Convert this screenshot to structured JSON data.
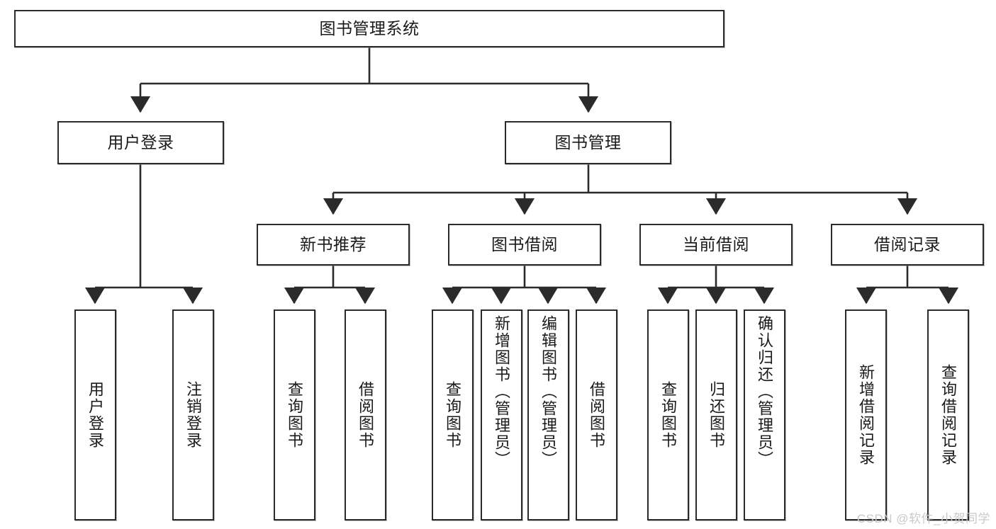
{
  "diagram": {
    "title": "图书管理系统",
    "watermark": "CSDN @软件_小贺同学",
    "line_color": "#2b2b2b",
    "box_fill": "#ffffff",
    "text_color": "#1a1a1a",
    "levels": {
      "level1": [
        {
          "id": "root",
          "label": "图书管理系统"
        }
      ],
      "level2": [
        {
          "id": "user-login",
          "label": "用户登录"
        },
        {
          "id": "book-management",
          "label": "图书管理"
        }
      ],
      "level3": [
        {
          "id": "new-book-recommend",
          "label": "新书推荐"
        },
        {
          "id": "book-borrow",
          "label": "图书借阅"
        },
        {
          "id": "current-borrow",
          "label": "当前借阅"
        },
        {
          "id": "borrow-record",
          "label": "借阅记录"
        }
      ],
      "level4": [
        {
          "id": "leaf-user-login",
          "label": "用户登录",
          "parent": "user-login"
        },
        {
          "id": "leaf-logout-login",
          "label": "注销登录",
          "parent": "user-login"
        },
        {
          "id": "leaf-query-book-1",
          "label": "查询图书",
          "parent": "new-book-recommend"
        },
        {
          "id": "leaf-borrow-book-1",
          "label": "借阅图书",
          "parent": "new-book-recommend"
        },
        {
          "id": "leaf-query-book-2",
          "label": "查询图书",
          "parent": "book-borrow"
        },
        {
          "id": "leaf-add-book",
          "label": "新增图书（管理员）",
          "parent": "book-borrow"
        },
        {
          "id": "leaf-edit-book",
          "label": "编辑图书（管理员）",
          "parent": "book-borrow"
        },
        {
          "id": "leaf-borrow-book-2",
          "label": "借阅图书",
          "parent": "book-borrow"
        },
        {
          "id": "leaf-query-book-3",
          "label": "查询图书",
          "parent": "current-borrow"
        },
        {
          "id": "leaf-return-book",
          "label": "归还图书",
          "parent": "current-borrow"
        },
        {
          "id": "leaf-confirm-return",
          "label": "确认归还（管理员）",
          "parent": "current-borrow"
        },
        {
          "id": "leaf-add-record",
          "label": "新增借阅记录",
          "parent": "borrow-record"
        },
        {
          "id": "leaf-query-record",
          "label": "查询借阅记录",
          "parent": "borrow-record"
        }
      ]
    }
  }
}
